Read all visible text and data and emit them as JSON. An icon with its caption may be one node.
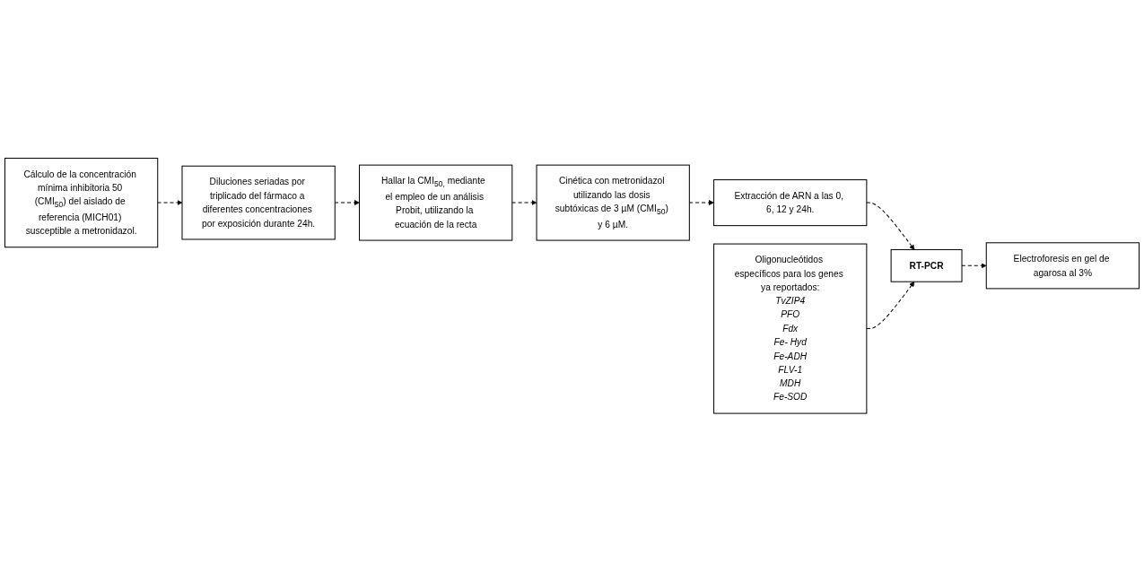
{
  "diagram": {
    "nodes": [
      {
        "text": [
          "Cálculo de la concentración mínima inhibitoria 50 (CMI$_{50}$) del aislado de referencia (MICH01) susceptible a metronidazol."
        ]
      },
      {
        "text": [
          "Diluciones seriadas por triplicado del fármaco a diferentes concentraciones por exposición durante 24h."
        ]
      },
      {
        "text": [
          "Hallar la CMI$_{50,}$ mediante  el empleo de un análisis Probit, utilizando la ecuación de la recta"
        ]
      },
      {
        "text": [
          "Cinética con metronidazol utilizando las dosis subtóxicas de 3 µM (CMI$_{50}$) y 6 µM."
        ]
      },
      {
        "text": [
          "Extracción de ARN a las 0, 6, 12 y 24h."
        ]
      },
      {
        "text": [
          "RT-PCR"
        ]
      },
      {
        "text": [
          "Oligonucleótidos específicos para los genes ya reportados:",
          "TvZIP4",
          "PFO",
          "Fdx",
          "Fe- Hyd",
          "Fe-ADH",
          "FLV-1",
          "MDH",
          "Fe-SOD"
        ]
      },
      {
        "text": [
          "Electroforesis en gel de agarosa al 3%"
        ]
      }
    ],
    "edges": [
      {
        "from": 0,
        "to": 1,
        "arrow": "to",
        "style": "dashed"
      },
      {
        "from": 1,
        "to": 2,
        "arrow": "to",
        "style": "dashed"
      },
      {
        "from": 2,
        "to": 3,
        "arrow": "to",
        "style": "dashed"
      },
      {
        "from": 3,
        "to": 4,
        "arrow": "to",
        "style": "dashed"
      },
      {
        "from": 4,
        "to": 5,
        "arrow": "to",
        "style": "dashed"
      },
      {
        "from": 6,
        "to": 5,
        "arrow": "to",
        "style": "dashed"
      },
      {
        "from": 5,
        "to": 7,
        "arrow": "to",
        "style": "dashed"
      }
    ]
  }
}
